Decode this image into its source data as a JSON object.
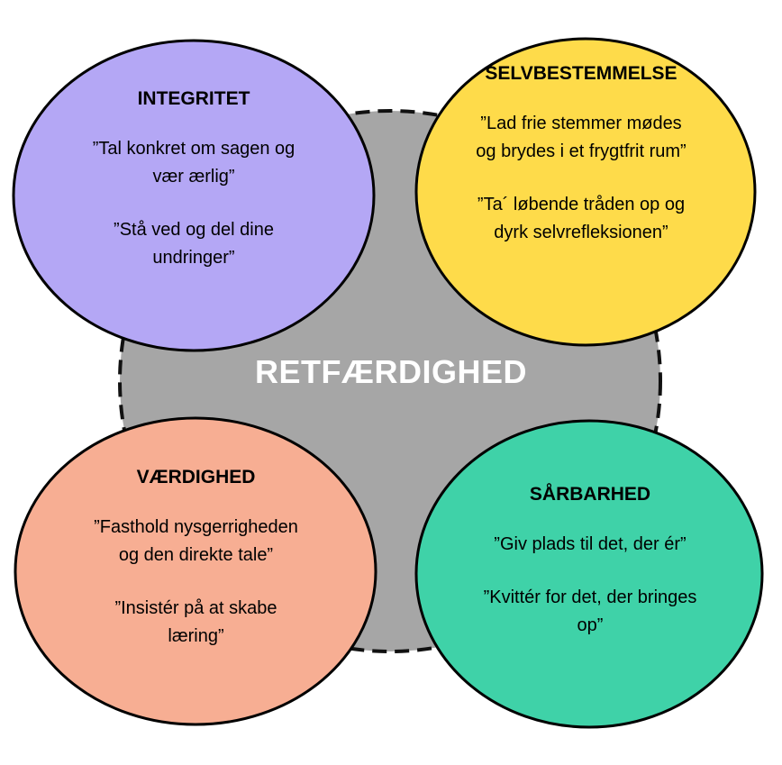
{
  "center": {
    "label": "RETFÆRDIGHED",
    "color": "#a6a6a6"
  },
  "circles": {
    "integritet": {
      "title": "INTEGRITET",
      "quote1": "”Tal konkret om sagen og vær ærlig”",
      "quote2": "”Stå ved og del dine undringer”",
      "color": "#b4a7f5"
    },
    "selvbestemmelse": {
      "title": "SELVBESTEMMELSE",
      "quote1": "”Lad frie stemmer mødes og brydes i et frygtfrit rum”",
      "quote2": "”Ta´ løbende tråden op og dyrk selvrefleksionen”",
      "color": "#fedb4a"
    },
    "vaerdighed": {
      "title": "VÆRDIGHED",
      "quote1": "”Fasthold nysgerrigheden og den direkte tale”",
      "quote2": "”Insistér på at skabe læring”",
      "color": "#f7ae93"
    },
    "saarbarhed": {
      "title": "SÅRBARHED",
      "quote1": "”Giv plads til det, der ér”",
      "quote2": "”Kvittér for det, der bringes op”",
      "color": "#3fd2a8"
    }
  }
}
